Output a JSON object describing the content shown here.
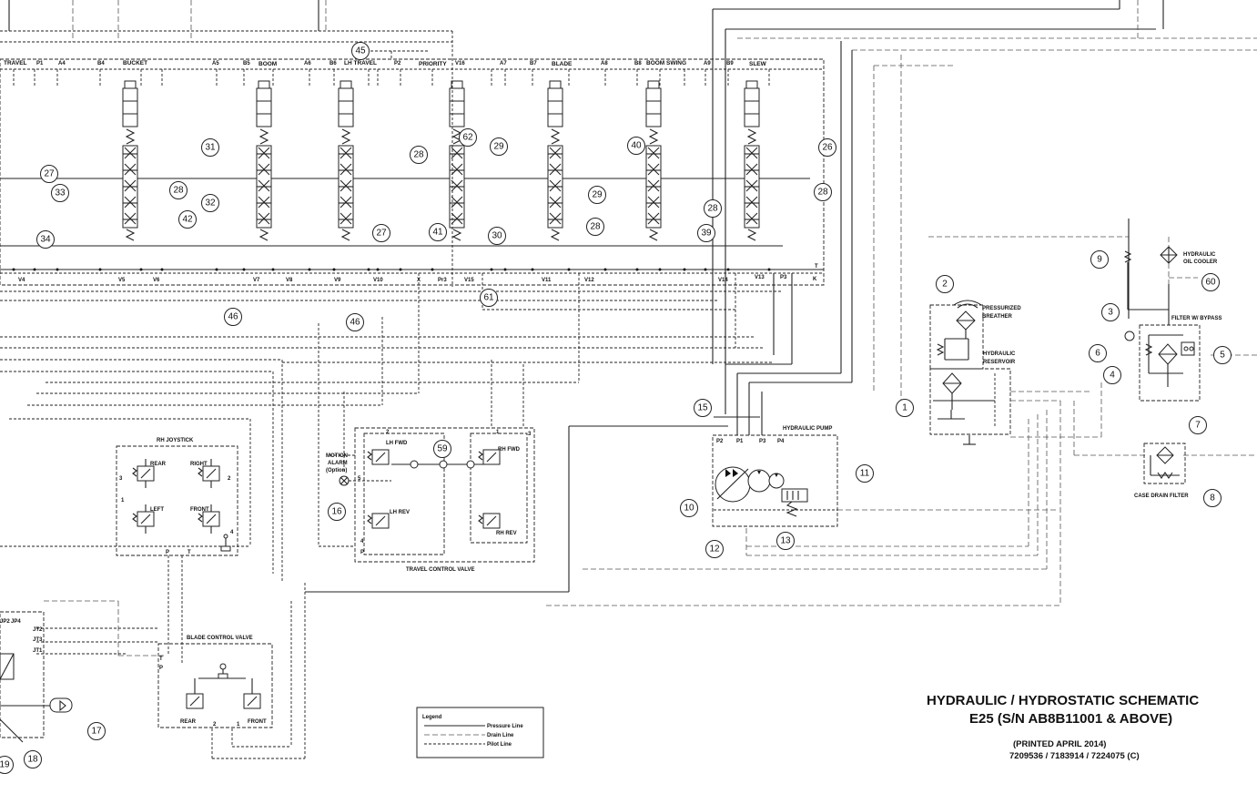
{
  "title": {
    "line1": "HYDRAULIC / HYDROSTATIC SCHEMATIC",
    "line2": "E25 (S/N AB8B11001 & ABOVE)",
    "printed": "(PRINTED APRIL 2014)",
    "part_numbers": "7209536 / 7183914 / 7224075 (C)"
  },
  "legend": {
    "heading": "Legend",
    "pressure": "Pressure Line",
    "drain": "Drain Line",
    "pilot": "Pilot Line"
  },
  "valve_sections": {
    "travel": "TRAVEL",
    "bucket": "BUCKET",
    "boom": "BOOM",
    "lh_travel": "LH TRAVEL",
    "priority": "PRIORITY",
    "blade": "BLADE",
    "boom_swing": "BOOM SWING",
    "slew": "SLEW"
  },
  "ports_top": [
    "P1",
    "A4",
    "B4",
    "A5",
    "B5",
    "A6",
    "B6",
    "P2",
    "V16",
    "A7",
    "B7",
    "A8",
    "B8",
    "A9",
    "B9",
    "T"
  ],
  "ports_bottom": [
    "V4",
    "V5",
    "V6",
    "V7",
    "V8",
    "V9",
    "V10",
    "X",
    "Pr3",
    "V15",
    "V11",
    "V12",
    "V14",
    "V13",
    "P3",
    "K"
  ],
  "components": {
    "rh_joystick": "RH JOYSTICK",
    "rear": "REAR",
    "right": "RIGHT",
    "left": "LEFT",
    "front": "FRONT",
    "motion_alarm_1": "MOTION",
    "motion_alarm_2": "ALARM",
    "motion_alarm_3": "(Option)",
    "lh_fwd": "LH FWD",
    "lh_rev": "LH REV",
    "rh_fwd": "RH FWD",
    "rh_rev": "RH REV",
    "travel_control_valve": "TRAVEL CONTROL VALVE",
    "blade_control_valve": "BLADE CONTROL VALVE",
    "blade_rear": "REAR",
    "blade_front": "FRONT",
    "hydraulic_pump": "HYDRAULIC PUMP",
    "pressurized_1": "PRESSURIZED",
    "pressurized_2": "BREATHER",
    "reservoir_1": "HYDRAULIC",
    "reservoir_2": "RESERVOIR",
    "cooler_1": "HYDRAULIC",
    "cooler_2": "OIL COOLER",
    "filter_bypass": "FILTER W/ BYPASS",
    "case_drain": "CASE DRAIN FILTER"
  },
  "pump_ports": [
    "P2",
    "P1",
    "P3",
    "P4"
  ],
  "misc_labels": {
    "jt2": "JT2",
    "jt3": "JT3",
    "jt1": "JT1",
    "jp": "JP2",
    "jp4": "JP4",
    "t": "T",
    "p": "P",
    "n1": "1",
    "n2": "2",
    "n3": "3",
    "n4": "4",
    "n5": "5"
  },
  "callouts": [
    "45",
    "27",
    "33",
    "34",
    "31",
    "32",
    "28",
    "42",
    "27",
    "28",
    "62",
    "41",
    "61",
    "29",
    "30",
    "40",
    "29",
    "28",
    "39",
    "28",
    "26",
    "28",
    "46",
    "46",
    "59",
    "16",
    "15",
    "10",
    "11",
    "12",
    "13",
    "2",
    "1",
    "9",
    "60",
    "3",
    "6",
    "4",
    "5",
    "7",
    "8",
    "17",
    "18",
    "19"
  ]
}
